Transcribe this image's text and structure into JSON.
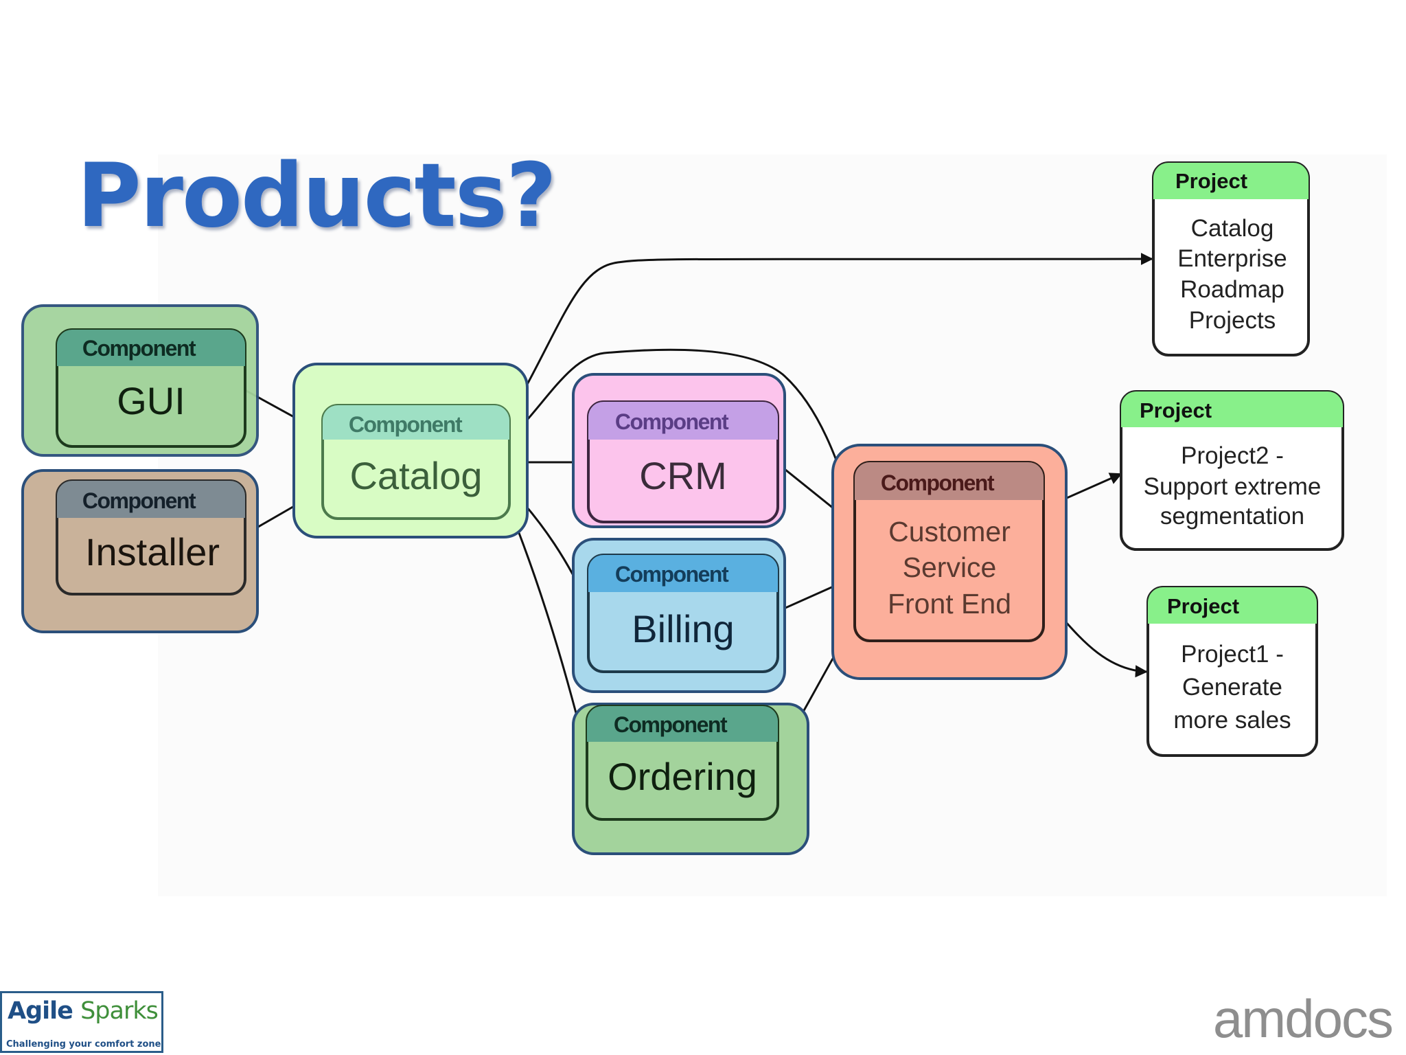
{
  "slide": {
    "title": "Products?"
  },
  "components": {
    "gui": {
      "type": "Component",
      "name": "GUI"
    },
    "installer": {
      "type": "Component",
      "name": "Installer"
    },
    "catalog": {
      "type": "Component",
      "name": "Catalog"
    },
    "crm": {
      "type": "Component",
      "name": "CRM"
    },
    "billing": {
      "type": "Component",
      "name": "Billing"
    },
    "ordering": {
      "type": "Component",
      "name": "Ordering"
    },
    "customer_service": {
      "type": "Component",
      "name_lines": [
        "Customer",
        "Service",
        "Front End"
      ]
    }
  },
  "projects": {
    "catalog_roadmap": {
      "type": "Project",
      "lines": [
        "Catalog",
        "Enterprise",
        "Roadmap",
        "Projects"
      ]
    },
    "project2": {
      "type": "Project",
      "lines": [
        "Project2 -",
        "Support extreme",
        "segmentation"
      ]
    },
    "project1": {
      "type": "Project",
      "lines": [
        "Project1 -",
        "Generate",
        "more sales"
      ]
    }
  },
  "colors": {
    "gui_group": "#a3d39c",
    "installer_group": "#c9b29a",
    "catalog_group": "#d8fcc4",
    "crm_group": "#fcc4ec",
    "billing_group": "#a8d8ec",
    "ordering_group": "#a3d39c",
    "customer_service_group": "#fcaf9b",
    "project_header": "#88f08a",
    "group_border": "#2b4f7a"
  },
  "footer": {
    "agile_brand_a": "Agile",
    "agile_brand_b": "Sparks",
    "agile_tagline": "Challenging your comfort zone",
    "amdocs": "amdocs"
  }
}
